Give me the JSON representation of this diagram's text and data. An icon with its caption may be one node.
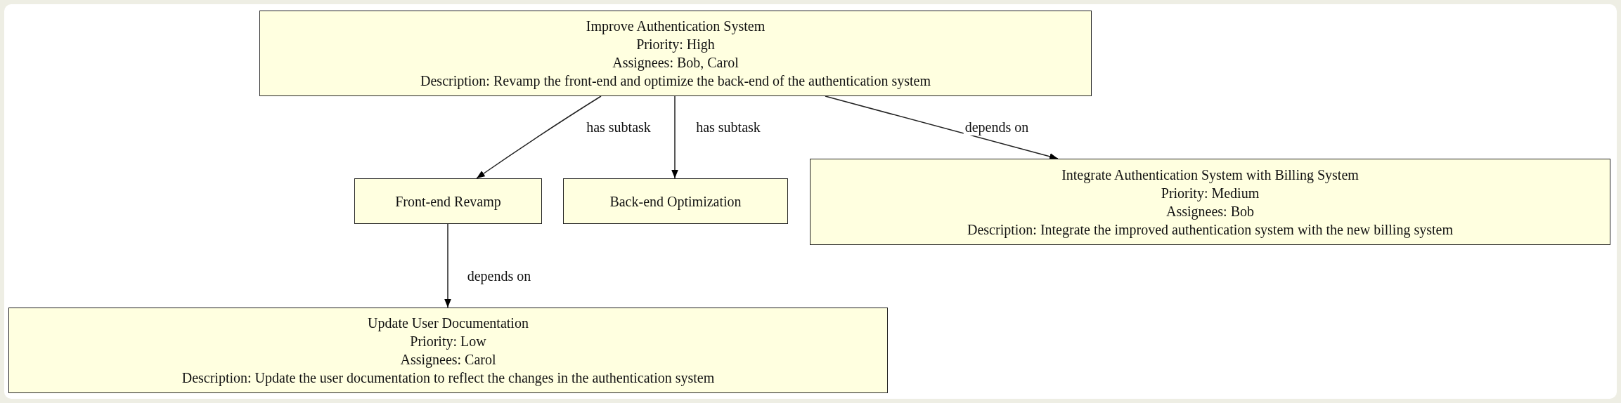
{
  "diagram": {
    "nodes": [
      {
        "text": [
          "Improve Authentication System",
          "Priority: High",
          "Assignees: Bob, Carol",
          "Description: Revamp the front-end and optimize the back-end of the authentication system"
        ]
      },
      {
        "text": [
          "Front-end Revamp"
        ]
      },
      {
        "text": [
          "Back-end Optimization"
        ]
      },
      {
        "text": [
          "Integrate Authentication System with Billing System",
          "Priority: Medium",
          "Assignees: Bob",
          "Description: Integrate the improved authentication system with the new billing system"
        ]
      },
      {
        "text": [
          "Update User Documentation",
          "Priority: Low",
          "Assignees: Carol",
          "Description: Update the user documentation to reflect the changes in the authentication system"
        ]
      }
    ],
    "edges": [
      {
        "from": 0,
        "to": 1,
        "arrow": "to",
        "label": "has subtask"
      },
      {
        "from": 0,
        "to": 2,
        "arrow": "to",
        "label": "has subtask"
      },
      {
        "from": 0,
        "to": 3,
        "arrow": "to",
        "label": "depends on"
      },
      {
        "from": 1,
        "to": 4,
        "arrow": "to",
        "label": "depends on"
      }
    ]
  }
}
